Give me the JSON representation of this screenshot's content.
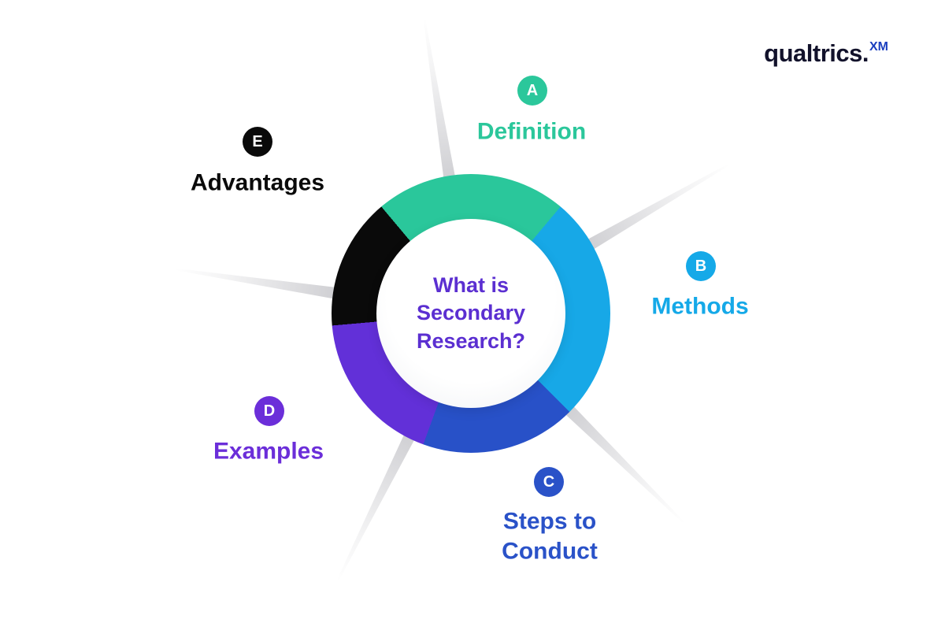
{
  "logo": {
    "brand": "qualtrics.",
    "suffix": "XM",
    "brand_color": "#12122b",
    "suffix_color": "#1b3fbf"
  },
  "center": {
    "lines": [
      "What is",
      "Secondary",
      "Research?"
    ],
    "color": "#5b2fd1"
  },
  "segments": [
    {
      "letter": "A",
      "label": "Definition",
      "color": "#2bc79b"
    },
    {
      "letter": "B",
      "label": "Methods",
      "color": "#15a9e8"
    },
    {
      "letter": "C",
      "label": "Steps to Conduct",
      "color": "#2a52c8"
    },
    {
      "letter": "D",
      "label": "Examples",
      "color": "#6b2ed9"
    },
    {
      "letter": "E",
      "label": "Advantages",
      "color": "#0a0a0a"
    }
  ]
}
